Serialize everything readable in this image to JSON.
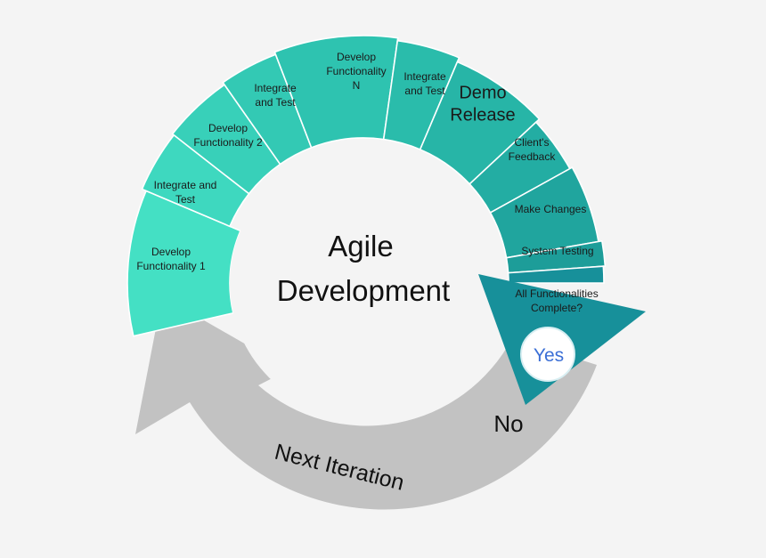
{
  "title": {
    "line1": "Agile",
    "line2": "Development"
  },
  "segments": [
    {
      "lines": [
        "Develop",
        "Functionality 1"
      ],
      "color": "#44e0c4"
    },
    {
      "lines": [
        "Integrate and",
        "Test"
      ],
      "color": "#3ed8bf"
    },
    {
      "lines": [
        "Develop",
        "Functionality 2"
      ],
      "color": "#38d0b9"
    },
    {
      "lines": [
        "Integrate",
        "and Test"
      ],
      "color": "#33c9b4"
    },
    {
      "lines": [
        "Develop",
        "Functionality",
        "N"
      ],
      "color": "#2ec3b0"
    },
    {
      "lines": [
        "Integrate",
        "and Test"
      ],
      "color": "#2abcab"
    },
    {
      "lines": [
        "Demo",
        "Release"
      ],
      "color": "#27b5a7"
    },
    {
      "lines": [
        "Client's",
        "Feedback"
      ],
      "color": "#23ada3"
    },
    {
      "lines": [
        "Make Changes"
      ],
      "color": "#20a59e"
    },
    {
      "lines": [
        "System Testing"
      ],
      "color": "#1d9d99"
    },
    {
      "lines": [
        "All Functionalities",
        "Complete?"
      ],
      "color": "#17909a"
    }
  ],
  "decision": {
    "yes": "Yes",
    "no": "No"
  },
  "loop": {
    "label": "Next Iteration",
    "color": "#c2c2c2"
  }
}
